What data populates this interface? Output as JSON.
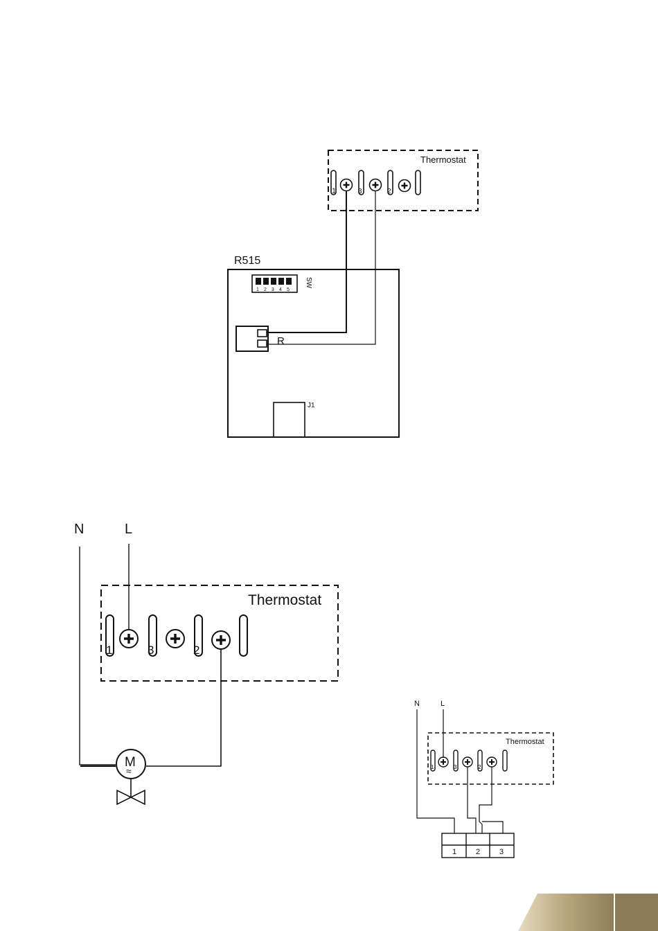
{
  "diagram1": {
    "thermostat_label": "Thermostat",
    "terminals": [
      "1",
      "3",
      "2"
    ],
    "board_label": "R515",
    "switch_label": "SW",
    "switch_numbers": [
      "1",
      "2",
      "3",
      "4",
      "5"
    ],
    "connector_label": "R",
    "jack_label": "J1"
  },
  "diagram2": {
    "neutral_label": "N",
    "line_label": "L",
    "thermostat_label": "Thermostat",
    "terminals": [
      "1",
      "3",
      "2"
    ],
    "motor_label": "M",
    "motor_symbol": "≈"
  },
  "diagram3": {
    "neutral_label": "N",
    "line_label": "L",
    "thermostat_label": "Thermostat",
    "terminals": [
      "1",
      "3",
      "2"
    ],
    "block_terminals": [
      "1",
      "2",
      "3"
    ]
  },
  "colors": {
    "line": "#111111",
    "gold_light": "#d9c9a3",
    "gold_dark": "#8a7a56"
  }
}
